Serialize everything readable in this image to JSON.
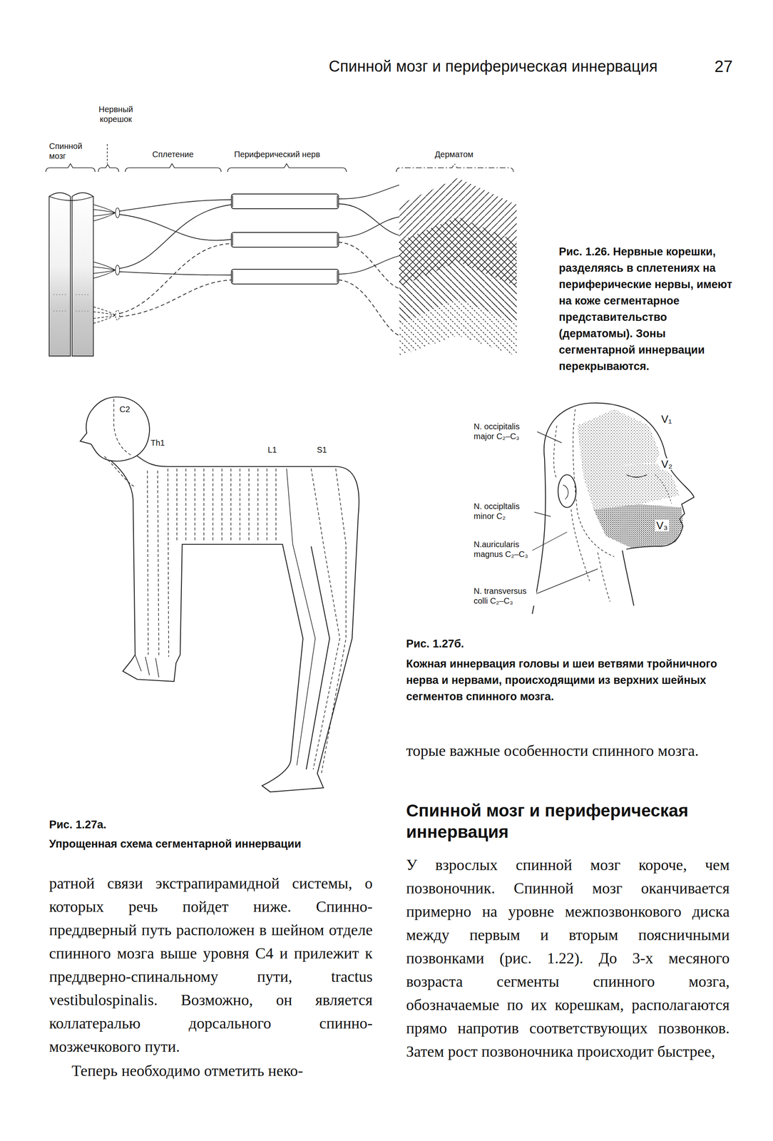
{
  "diagram": {
    "title": "Спинной мозг и периферическая иннервация",
    "labels": [
      "27",
      "Нервный корешок",
      "Спинной мозг",
      "Сплетение",
      "Периферический нерв",
      "Дерматом",
      "Рис. 1.26. Нервные корешки, разделяясь в сплетениях на периферические нервы, имеют на коже сегментарное представительство (дерматомы). Зоны сегментарной иннервации перекрываются.",
      "C2",
      "Th1",
      "L1",
      "S1",
      "V₁",
      "N. occipitalis major C₂–C₃",
      "V₂",
      "N. occipltalis minor C₂",
      "V₃",
      "N.auricularis magnus C₂–C₃",
      "N. transversus colli C₂–C₃",
      "Рис. 1.27б.",
      "Кожная иннервация головы и шеи ветвями тройничного нерва и нервами, происходящими из верхних шейных сегментов спинного мозга.",
      "торые важные особенности спинного мозга.",
      "Рис. 1.27а.",
      "Упрощенная схема сегментарной иннервации",
      "Спинной мозг и периферическая иннервация",
      "ратной связи экстрапирамидной системы, о которых речь пойдет ниже. Спинно-преддверный путь расположен в шейном отделе спинного мозга выше уровня С4 и прилежит к преддверно-спинальному пути, tractus vestibulospinalis. Возможно, он является коллатералью дорсального спинно-мозжечкового пути.",
      "Теперь необходимо отметить неко-",
      "У взрослых спинной мозг короче, чем позвоночник. Спинной мозг оканчивается примерно на уровне межпозвонкового диска между первым и вторым поясничными позвонками (рис. 1.22). До 3-х месяного возраста сегменты спинного мозга, обозначаемые по их корешкам, располагаются прямо напротив соответствующих позвонков. Затем рост позвоночника происходит быстрее,"
    ]
  }
}
